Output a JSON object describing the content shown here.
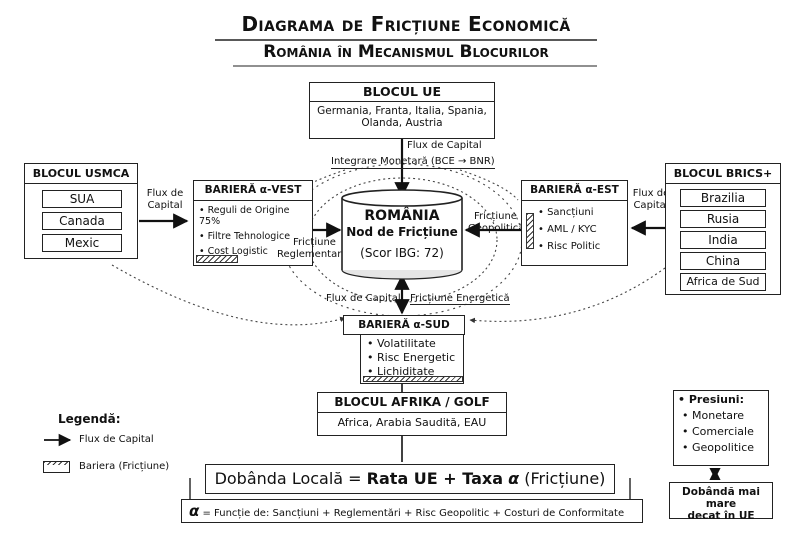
{
  "title": {
    "line1": "Diagrama de Fricțiune Economică",
    "line2": "România în Mecanismul Blocurilor"
  },
  "ue_block": {
    "name": "BLOCUL UE",
    "members_line1": "Germania, Franta, Italia, Spania,",
    "members_line2": "Olanda, Austria"
  },
  "ue_flow": {
    "flux": "Flux de Capital",
    "integrare": "Integrare Monetară (BCE → BNR)"
  },
  "usmca_block": {
    "name": "BLOCUL USMCA",
    "members": [
      "SUA",
      "Canada",
      "Mexic"
    ]
  },
  "usmca_flow": {
    "line1": "Flux de",
    "line2": "Capital"
  },
  "barrier_vest": {
    "name": "BARIERĂ α-VEST",
    "items": [
      "Reguli de Origine 75%",
      "Filtre Tehnologice",
      "Cost Logistic"
    ]
  },
  "vest_friction": {
    "line1": "Fricțiune",
    "line2": "Reglementară"
  },
  "romania": {
    "name": "ROMÂNIA",
    "subtitle": "Nod de Fricțiune",
    "score": "(Scor IBG: 72)"
  },
  "est_friction": {
    "line1": "Fricțiune",
    "line2": "Geopolitică"
  },
  "barrier_est": {
    "name": "BARIERĂ α-EST",
    "items": [
      "Sancțiuni",
      "AML / KYC",
      "Risc Politic"
    ]
  },
  "brics_flow": {
    "line1": "Flux de",
    "line2": "Capital"
  },
  "brics_block": {
    "name": "BLOCUL BRICS+",
    "members": [
      "Brazilia",
      "Rusia",
      "India",
      "China",
      "Africa de Sud"
    ]
  },
  "south_flow": {
    "flux": "Flux de Capital",
    "friction": "Fricțiune Energetică"
  },
  "barrier_sud": {
    "name": "BARIERĂ α-SUD",
    "items": [
      "Volatilitate",
      "Risc Energetic",
      "Lichiditate"
    ]
  },
  "afrika_block": {
    "name": "BLOCUL AFRIKA / GOLF",
    "members": "Africa, Arabia Saudită, EAU"
  },
  "legend": {
    "title": "Legendă:",
    "flow_label": "Flux de Capital",
    "barrier_label": "Bariera (Fricțiune)"
  },
  "formula": {
    "part1": "Dobânda Locală = ",
    "part2": "Rata UE + Taxa",
    "alpha": "α",
    "part3": " (Fricțiune)"
  },
  "alpha_def": {
    "alpha": "α",
    "text": " = Funcție de: Sancțiuni + Reglementări + Risc Geopolitic + Costuri de Conformitate"
  },
  "pressures": {
    "title": "Presiuni:",
    "items": [
      "Monetare",
      "Comerciale",
      "Geopolitice"
    ]
  },
  "result": {
    "line1": "Dobândă mai mare",
    "line2": "decat în UE"
  },
  "colors": {
    "ink": "#222222",
    "background": "#ffffff"
  }
}
